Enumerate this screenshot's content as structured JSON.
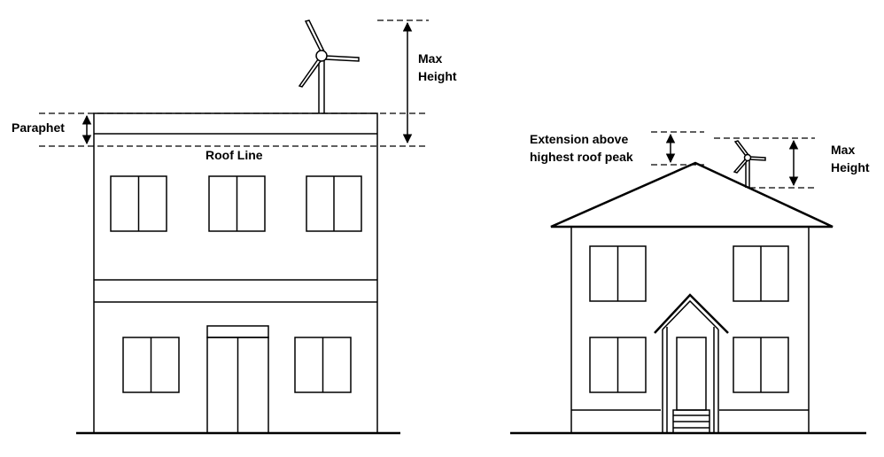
{
  "left_building": {
    "labels": {
      "max_height": "Max\nHeight",
      "paraphet": "Paraphet",
      "roof_line": "Roof Line"
    }
  },
  "right_building": {
    "labels": {
      "extension": "Extension above\nhighest roof peak",
      "max_height": "Max\nHeight"
    }
  },
  "colors": {
    "line": "#000000",
    "background": "#ffffff"
  }
}
